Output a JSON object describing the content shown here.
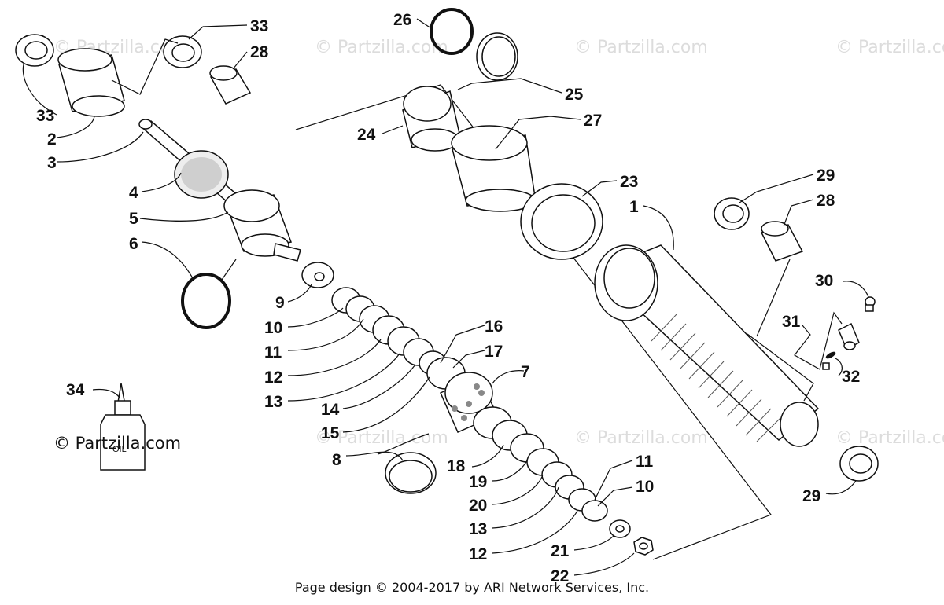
{
  "watermark": "© Partzilla.com",
  "brand_label": "© Partzilla.com",
  "footer": "Page design © 2004-2017 by ARI Network Services, Inc.",
  "oil_label": "OIL",
  "callouts": [
    {
      "id": "c33a",
      "text": "33"
    },
    {
      "id": "c28a",
      "text": "28"
    },
    {
      "id": "c33b",
      "text": "33"
    },
    {
      "id": "c2",
      "text": "2"
    },
    {
      "id": "c3",
      "text": "3"
    },
    {
      "id": "c4",
      "text": "4"
    },
    {
      "id": "c5",
      "text": "5"
    },
    {
      "id": "c6",
      "text": "6"
    },
    {
      "id": "c9",
      "text": "9"
    },
    {
      "id": "c10a",
      "text": "10"
    },
    {
      "id": "c11a",
      "text": "11"
    },
    {
      "id": "c12a",
      "text": "12"
    },
    {
      "id": "c13a",
      "text": "13"
    },
    {
      "id": "c14",
      "text": "14"
    },
    {
      "id": "c15",
      "text": "15"
    },
    {
      "id": "c16",
      "text": "16"
    },
    {
      "id": "c17",
      "text": "17"
    },
    {
      "id": "c7",
      "text": "7"
    },
    {
      "id": "c8",
      "text": "8"
    },
    {
      "id": "c18",
      "text": "18"
    },
    {
      "id": "c19",
      "text": "19"
    },
    {
      "id": "c20",
      "text": "20"
    },
    {
      "id": "c13b",
      "text": "13"
    },
    {
      "id": "c12b",
      "text": "12"
    },
    {
      "id": "c11b",
      "text": "11"
    },
    {
      "id": "c10b",
      "text": "10"
    },
    {
      "id": "c21",
      "text": "21"
    },
    {
      "id": "c22",
      "text": "22"
    },
    {
      "id": "c26",
      "text": "26"
    },
    {
      "id": "c25",
      "text": "25"
    },
    {
      "id": "c24",
      "text": "24"
    },
    {
      "id": "c27",
      "text": "27"
    },
    {
      "id": "c23",
      "text": "23"
    },
    {
      "id": "c1",
      "text": "1"
    },
    {
      "id": "c29a",
      "text": "29"
    },
    {
      "id": "c28b",
      "text": "28"
    },
    {
      "id": "c30",
      "text": "30"
    },
    {
      "id": "c31",
      "text": "31"
    },
    {
      "id": "c32",
      "text": "32"
    },
    {
      "id": "c29b",
      "text": "29"
    },
    {
      "id": "c34",
      "text": "34"
    }
  ]
}
